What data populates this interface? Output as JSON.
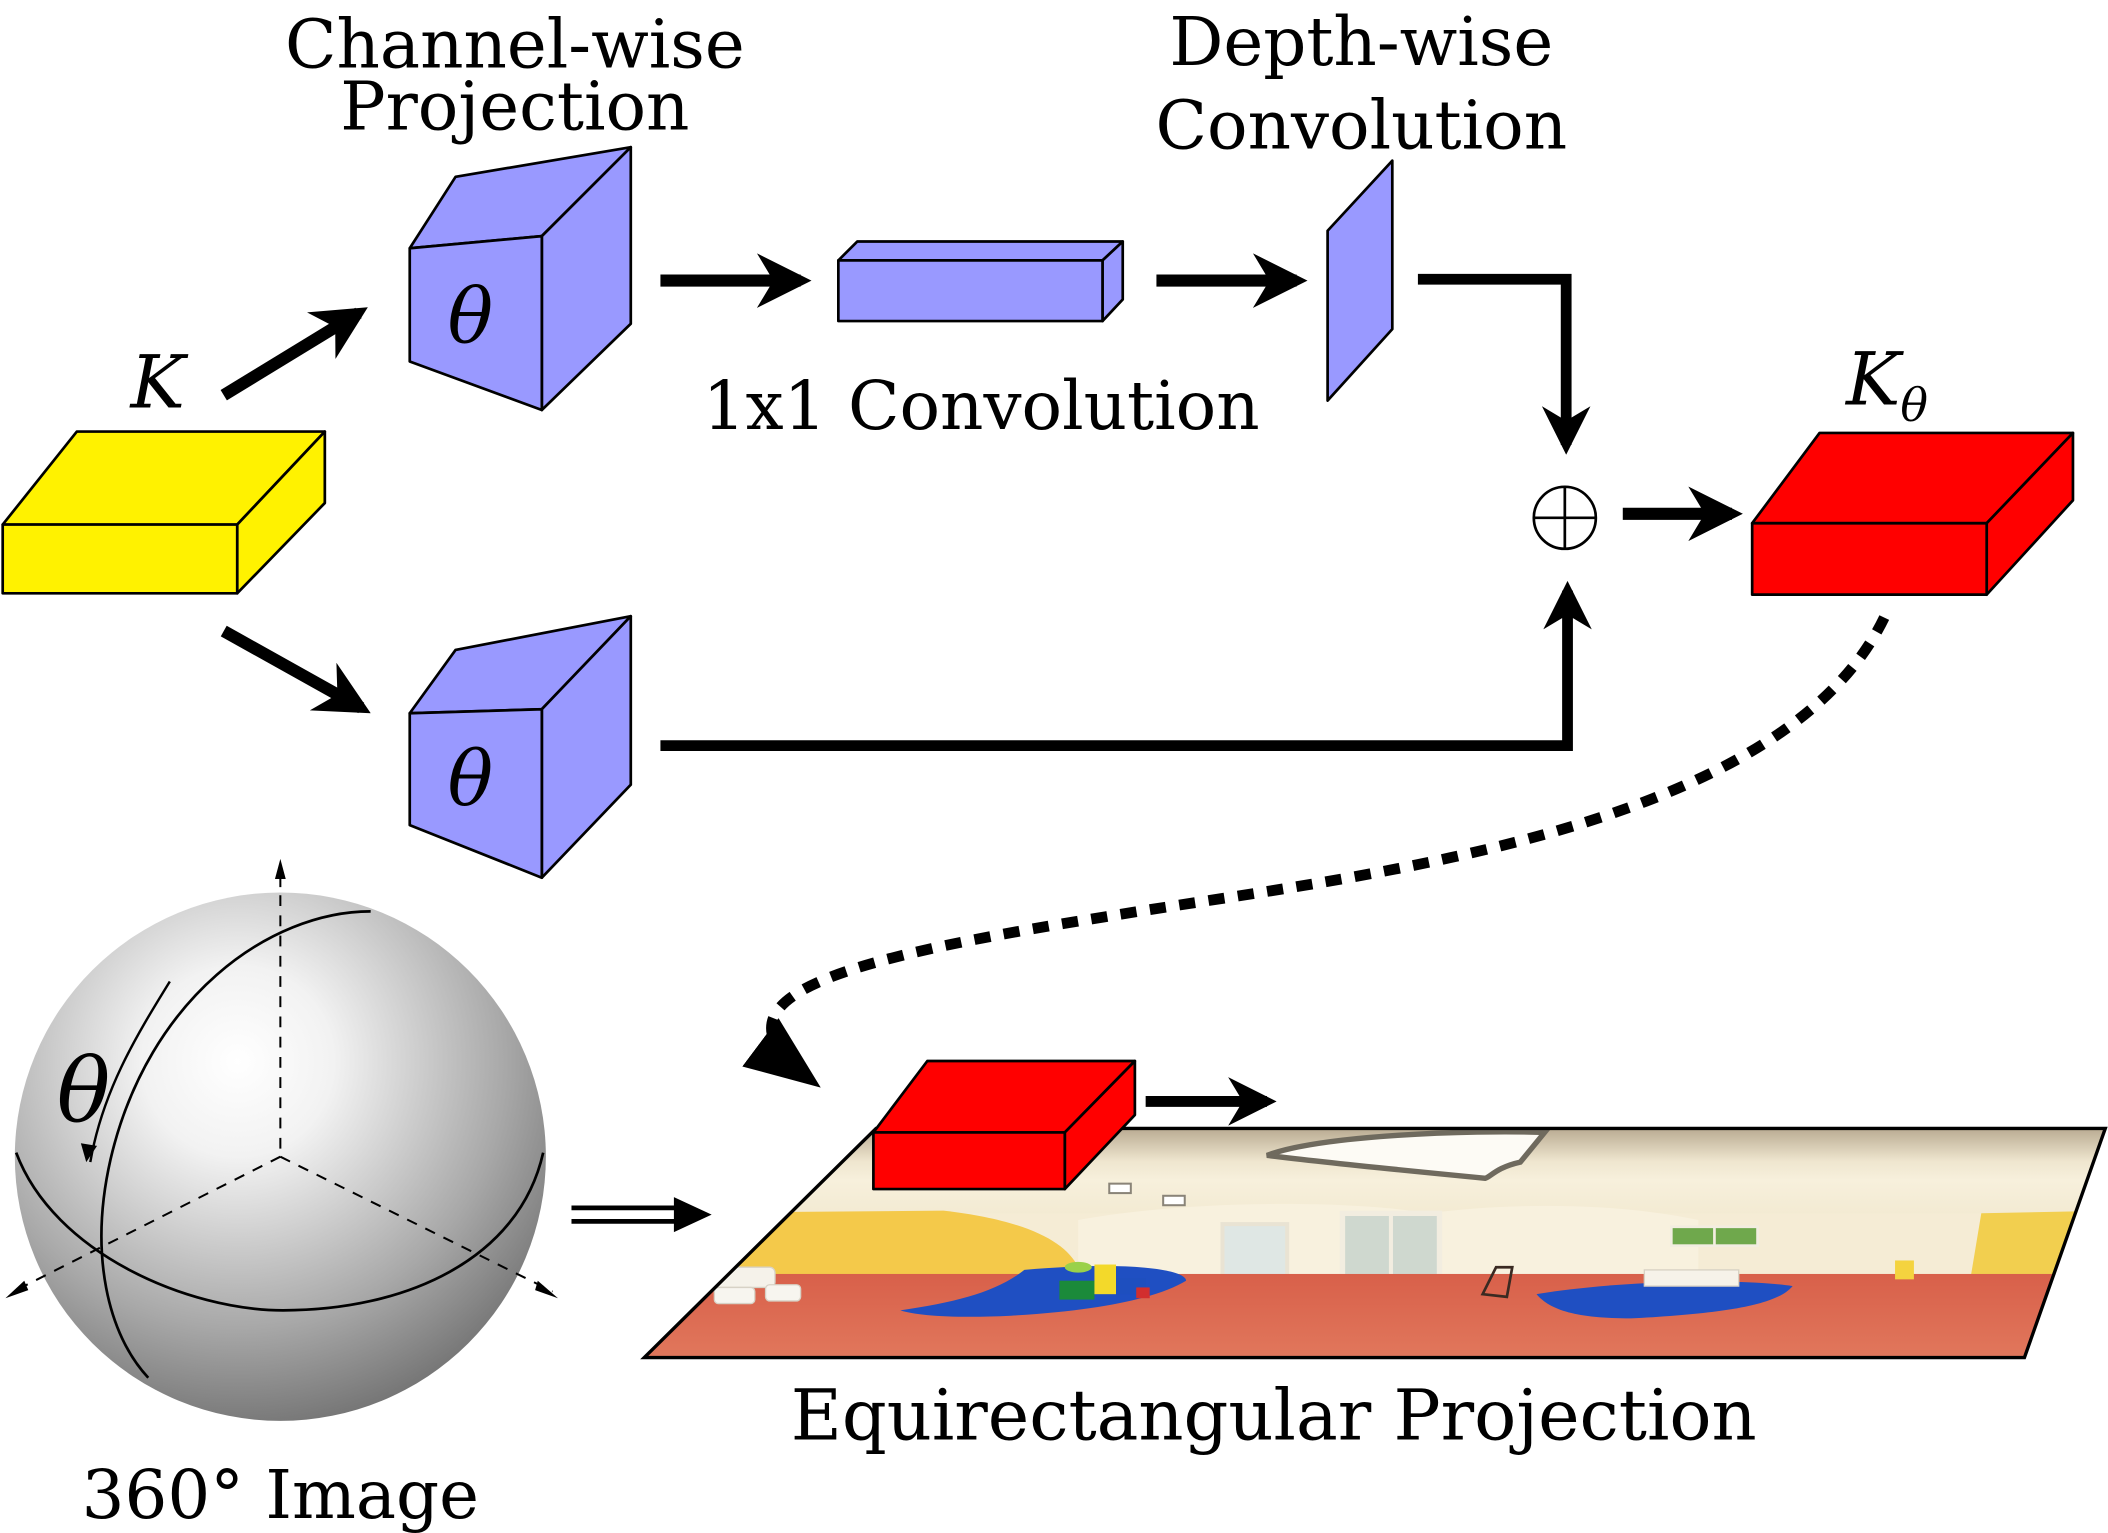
{
  "diagram": {
    "colors": {
      "input_kernel": "#FFF200",
      "conv_block": "#9999FF",
      "output_kernel": "#FF0000",
      "sphere_light": "#FFFFFF",
      "sphere_dark": "#808080"
    },
    "labels": {
      "channel_wise_line1": "Channel-wise",
      "channel_wise_line2": "Projection",
      "depth_wise_line1": "Depth-wise",
      "depth_wise_line2": "Convolution",
      "one_by_one": "1x1 Convolution",
      "input_kernel": "K",
      "output_kernel_base": "K",
      "output_kernel_sub": "θ",
      "theta_top": "θ",
      "theta_bottom": "θ",
      "theta_sphere": "θ",
      "sum_symbol": "⊕",
      "sphere_caption": "360° Image",
      "panorama_caption": "Equirectangular Projection"
    },
    "panorama": {
      "description": "Equirectangular panorama of a children's playroom with yellow walls, red floor, blue mats, white sofa and windows"
    }
  }
}
